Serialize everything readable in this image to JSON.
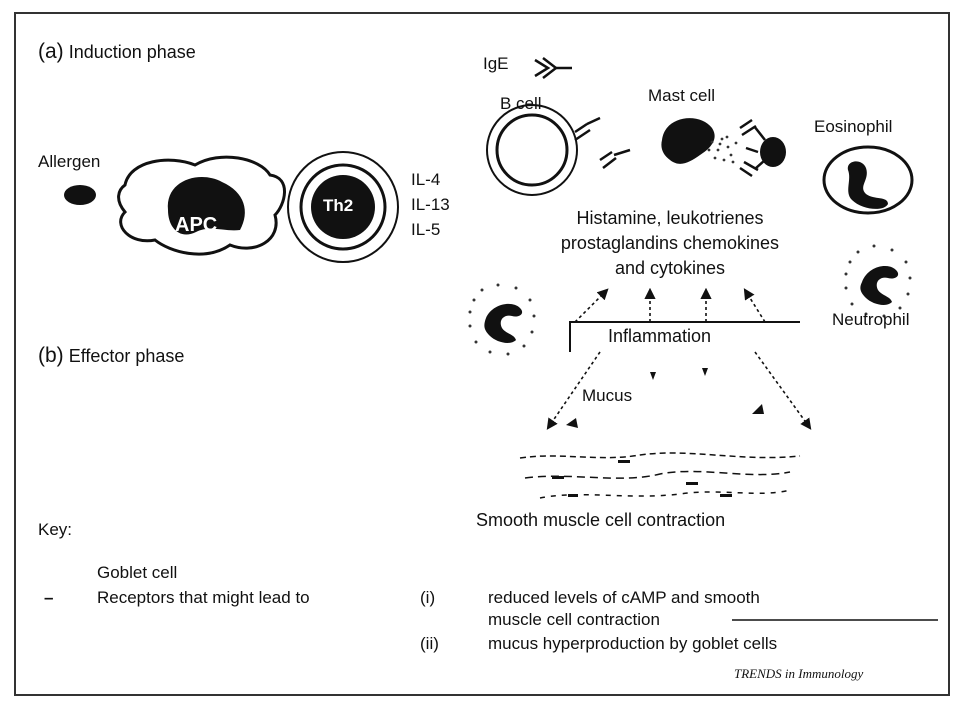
{
  "induction": {
    "marker": "(a)",
    "title": "Induction phase"
  },
  "effector": {
    "marker": "(b)",
    "title": "Effector phase"
  },
  "labels": {
    "ige": "IgE",
    "bcell": "B cell",
    "mastcell": "Mast cell",
    "eosinophil": "Eosinophil",
    "allergen": "Allergen",
    "apc": "APC",
    "th2": "Th2",
    "il4": "IL-4",
    "il13": "IL-13",
    "il5": "IL-5",
    "neutrophil": "Neutrophil",
    "inflammation": "Inflammation",
    "mucus": "Mucus",
    "smooth_muscle": "Smooth muscle cell contraction"
  },
  "mediators": {
    "line1": "Histamine, leukotrienes",
    "line2": "prostaglandins chemokines",
    "line3": "and cytokines"
  },
  "key": {
    "title": "Key:",
    "goblet": "Goblet cell",
    "receptors_dash": "–",
    "receptors": "Receptors that might lead to",
    "i": "(i)",
    "i_text1": "reduced levels of cAMP and smooth",
    "i_text2": "muscle cell contraction",
    "ii": "(ii)",
    "ii_text": "mucus hyperproduction by goblet cells"
  },
  "credit": "TRENDS in Immunology"
}
